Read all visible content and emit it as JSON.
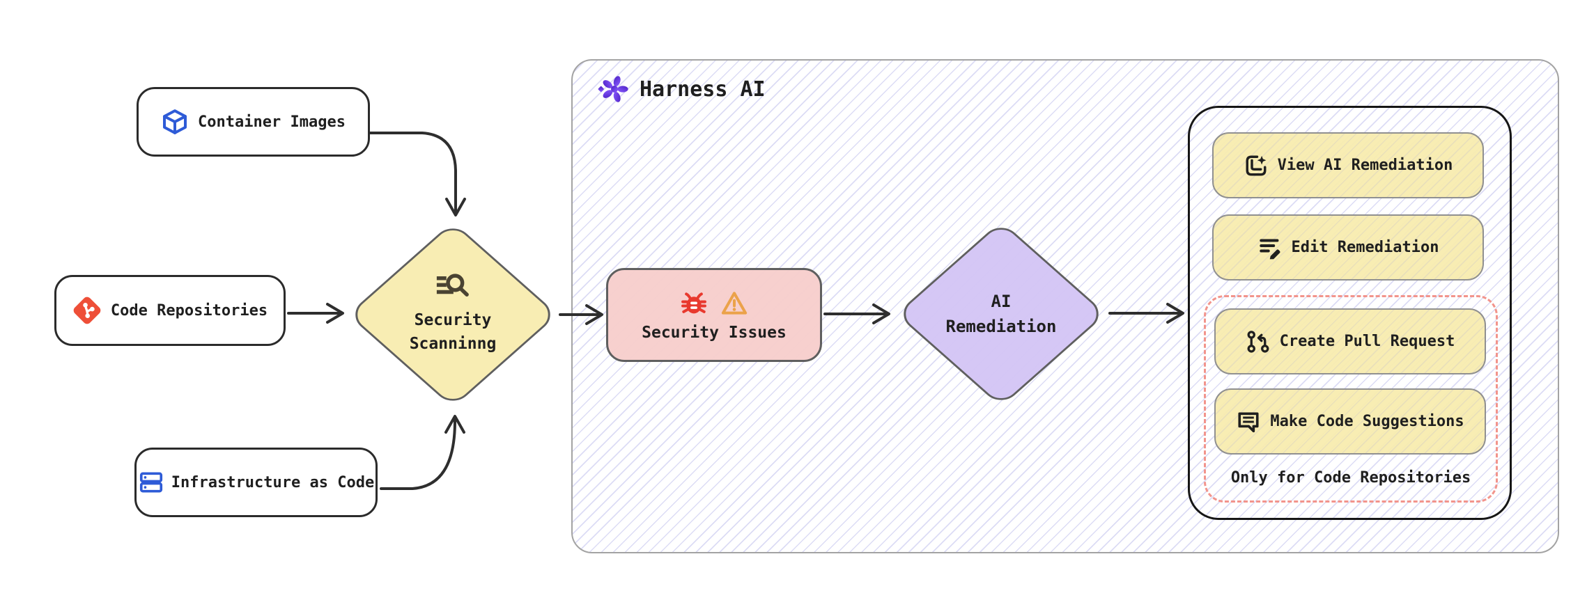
{
  "diagram": {
    "sources": [
      {
        "label": "Container Images",
        "icon": "container-cube-icon"
      },
      {
        "label": "Code Repositories",
        "icon": "git-icon"
      },
      {
        "label": "Infrastructure as Code",
        "icon": "server-stack-icon"
      }
    ],
    "scanning": {
      "lines": [
        "Security",
        "Scanninng"
      ],
      "icon": "scan-search-icon"
    },
    "harness": {
      "title": "Harness AI",
      "icon": "harness-ai-logo-icon"
    },
    "issues": {
      "label": "Security Issues",
      "icons": [
        "bug-icon",
        "warning-icon"
      ]
    },
    "remediation": {
      "lines": [
        "AI",
        "Remediation"
      ]
    },
    "actions": [
      {
        "label": "View AI Remediation",
        "icon": "view-sparkle-icon"
      },
      {
        "label": "Edit Remediation",
        "icon": "edit-list-icon"
      }
    ],
    "repo_actions": [
      {
        "label": "Create Pull Request",
        "icon": "pull-request-icon"
      },
      {
        "label": "Make Code Suggestions",
        "icon": "code-suggestion-icon"
      }
    ],
    "repo_note": "Only for Code Repositories"
  },
  "colors": {
    "ink": "#1f1f1f",
    "arrow": "#2e2e2e",
    "node-border": "#2b2b2b",
    "frame-gray": "#a3a3a3",
    "btn-border": "#909090",
    "shape-border": "#5f5f5f",
    "yellow": "rgba(247,236,172,.92)",
    "pink": "rgba(247,206,203,.95)",
    "purple": "rgba(211,196,244,.95)",
    "hatch": "#dcdcf5",
    "salmon": "#f2948c",
    "blue": "#2e5bd7",
    "git": "#ee4f38",
    "bug": "#e8392e",
    "warn": "#eba24a",
    "brand1": "#4c20c4",
    "brand2": "#8a5cff",
    "scan-ink": "#4a4332"
  }
}
